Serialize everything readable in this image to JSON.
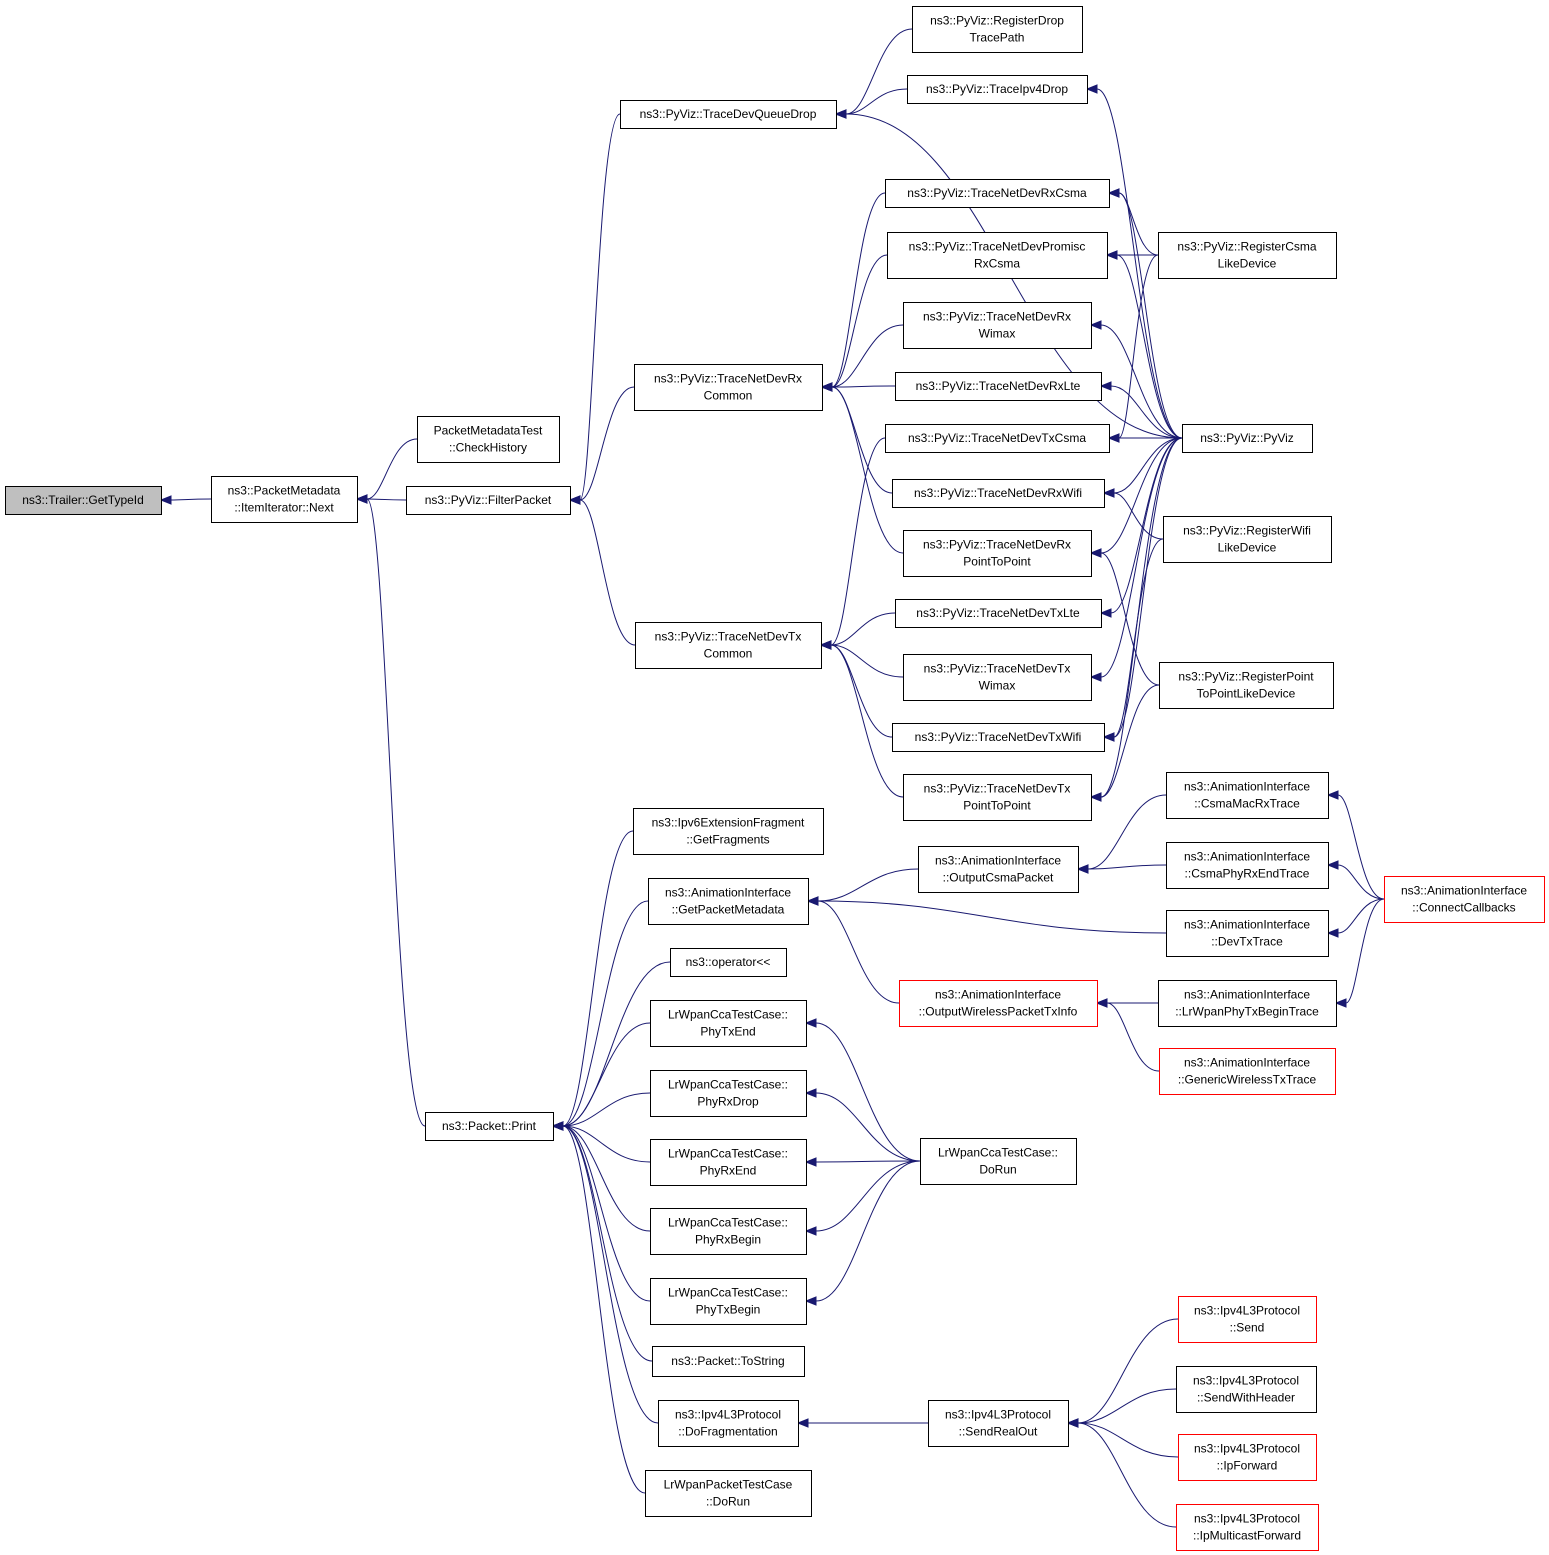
{
  "colors": {
    "edge": "#191970",
    "box_border": "#000000",
    "truncated_border": "#ff0000",
    "root_fill": "#bfbfbf",
    "box_fill": "#ffffff"
  },
  "nodes": [
    {
      "id": "root",
      "lines": [
        "ns3::Trailer::GetTypeId"
      ],
      "root": true
    },
    {
      "id": "next",
      "lines": [
        "ns3::PacketMetadata",
        "::ItemIterator::Next"
      ]
    },
    {
      "id": "checkhistory",
      "lines": [
        "PacketMetadataTest",
        "::CheckHistory"
      ]
    },
    {
      "id": "filterpacket",
      "lines": [
        "ns3::PyViz::FilterPacket"
      ]
    },
    {
      "id": "tracedevqueuedrop",
      "lines": [
        "ns3::PyViz::TraceDevQueueDrop"
      ]
    },
    {
      "id": "registerdrop",
      "lines": [
        "ns3::PyViz::RegisterDrop",
        "TracePath"
      ]
    },
    {
      "id": "traceipv4drop",
      "lines": [
        "ns3::PyViz::TraceIpv4Drop"
      ]
    },
    {
      "id": "rxcsma",
      "lines": [
        "ns3::PyViz::TraceNetDevRxCsma"
      ]
    },
    {
      "id": "promisc",
      "lines": [
        "ns3::PyViz::TraceNetDevPromisc",
        "RxCsma"
      ]
    },
    {
      "id": "rxwimax",
      "lines": [
        "ns3::PyViz::TraceNetDevRx",
        "Wimax"
      ]
    },
    {
      "id": "rxcommon",
      "lines": [
        "ns3::PyViz::TraceNetDevRx",
        "Common"
      ]
    },
    {
      "id": "rxlte",
      "lines": [
        "ns3::PyViz::TraceNetDevRxLte"
      ]
    },
    {
      "id": "txcsma",
      "lines": [
        "ns3::PyViz::TraceNetDevTxCsma"
      ]
    },
    {
      "id": "rxwifi",
      "lines": [
        "ns3::PyViz::TraceNetDevRxWifi"
      ]
    },
    {
      "id": "rxp2p",
      "lines": [
        "ns3::PyViz::TraceNetDevRx",
        "PointToPoint"
      ]
    },
    {
      "id": "txlte",
      "lines": [
        "ns3::PyViz::TraceNetDevTxLte"
      ]
    },
    {
      "id": "txcommon",
      "lines": [
        "ns3::PyViz::TraceNetDevTx",
        "Common"
      ]
    },
    {
      "id": "txwimax",
      "lines": [
        "ns3::PyViz::TraceNetDevTx",
        "Wimax"
      ]
    },
    {
      "id": "txwifi",
      "lines": [
        "ns3::PyViz::TraceNetDevTxWifi"
      ]
    },
    {
      "id": "txp2p",
      "lines": [
        "ns3::PyViz::TraceNetDevTx",
        "PointToPoint"
      ]
    },
    {
      "id": "regcsma",
      "lines": [
        "ns3::PyViz::RegisterCsma",
        "LikeDevice"
      ]
    },
    {
      "id": "pyviz",
      "lines": [
        "ns3::PyViz::PyViz"
      ]
    },
    {
      "id": "regwifi",
      "lines": [
        "ns3::PyViz::RegisterWifi",
        "LikeDevice"
      ]
    },
    {
      "id": "regp2p",
      "lines": [
        "ns3::PyViz::RegisterPoint",
        "ToPointLikeDevice"
      ]
    },
    {
      "id": "print",
      "lines": [
        "ns3::Packet::Print"
      ]
    },
    {
      "id": "getfragments",
      "lines": [
        "ns3::Ipv6ExtensionFragment",
        "::GetFragments"
      ]
    },
    {
      "id": "getpacketmetadata",
      "lines": [
        "ns3::AnimationInterface",
        "::GetPacketMetadata"
      ]
    },
    {
      "id": "operator",
      "lines": [
        "ns3::operator<<"
      ]
    },
    {
      "id": "phytxend",
      "lines": [
        "LrWpanCcaTestCase::",
        "PhyTxEnd"
      ]
    },
    {
      "id": "phyrxdrop",
      "lines": [
        "LrWpanCcaTestCase::",
        "PhyRxDrop"
      ]
    },
    {
      "id": "phyrxend",
      "lines": [
        "LrWpanCcaTestCase::",
        "PhyRxEnd"
      ]
    },
    {
      "id": "phyrxbegin",
      "lines": [
        "LrWpanCcaTestCase::",
        "PhyRxBegin"
      ]
    },
    {
      "id": "phytxbegin",
      "lines": [
        "LrWpanCcaTestCase::",
        "PhyTxBegin"
      ]
    },
    {
      "id": "tostring",
      "lines": [
        "ns3::Packet::ToString"
      ]
    },
    {
      "id": "dofragmentation",
      "lines": [
        "ns3::Ipv4L3Protocol",
        "::DoFragmentation"
      ]
    },
    {
      "id": "lrwpanpacketdorun",
      "lines": [
        "LrWpanPacketTestCase",
        "::DoRun"
      ]
    },
    {
      "id": "outputcsmapacket",
      "lines": [
        "ns3::AnimationInterface",
        "::OutputCsmaPacket"
      ]
    },
    {
      "id": "outputwireless",
      "lines": [
        "ns3::AnimationInterface",
        "::OutputWirelessPacketTxInfo"
      ],
      "truncated": true
    },
    {
      "id": "csmamacrx",
      "lines": [
        "ns3::AnimationInterface",
        "::CsmaMacRxTrace"
      ]
    },
    {
      "id": "csmaphyrxend",
      "lines": [
        "ns3::AnimationInterface",
        "::CsmaPhyRxEndTrace"
      ]
    },
    {
      "id": "devtx",
      "lines": [
        "ns3::AnimationInterface",
        "::DevTxTrace"
      ]
    },
    {
      "id": "connectcallbacks",
      "lines": [
        "ns3::AnimationInterface",
        "::ConnectCallbacks"
      ],
      "truncated": true
    },
    {
      "id": "lrwpanphytxbegin",
      "lines": [
        "ns3::AnimationInterface",
        "::LrWpanPhyTxBeginTrace"
      ]
    },
    {
      "id": "genericwireless",
      "lines": [
        "ns3::AnimationInterface",
        "::GenericWirelessTxTrace"
      ],
      "truncated": true
    },
    {
      "id": "ccadorun",
      "lines": [
        "LrWpanCcaTestCase::",
        "DoRun"
      ]
    },
    {
      "id": "sendrealout",
      "lines": [
        "ns3::Ipv4L3Protocol",
        "::SendRealOut"
      ]
    },
    {
      "id": "send",
      "lines": [
        "ns3::Ipv4L3Protocol",
        "::Send"
      ],
      "truncated": true
    },
    {
      "id": "sendwithheader",
      "lines": [
        "ns3::Ipv4L3Protocol",
        "::SendWithHeader"
      ]
    },
    {
      "id": "ipforward",
      "lines": [
        "ns3::Ipv4L3Protocol",
        "::IpForward"
      ],
      "truncated": true
    },
    {
      "id": "ipmulticast",
      "lines": [
        "ns3::Ipv4L3Protocol",
        "::IpMulticastForward"
      ],
      "truncated": true
    }
  ],
  "edges": [
    [
      "next",
      "root"
    ],
    [
      "checkhistory",
      "next"
    ],
    [
      "filterpacket",
      "next"
    ],
    [
      "print",
      "next"
    ],
    [
      "tracedevqueuedrop",
      "filterpacket"
    ],
    [
      "rxcommon",
      "filterpacket"
    ],
    [
      "txcommon",
      "filterpacket"
    ],
    [
      "registerdrop",
      "tracedevqueuedrop"
    ],
    [
      "traceipv4drop",
      "tracedevqueuedrop"
    ],
    [
      "pyviz",
      "tracedevqueuedrop"
    ],
    [
      "pyviz",
      "traceipv4drop"
    ],
    [
      "rxcsma",
      "rxcommon"
    ],
    [
      "promisc",
      "rxcommon"
    ],
    [
      "rxwimax",
      "rxcommon"
    ],
    [
      "rxlte",
      "rxcommon"
    ],
    [
      "rxwifi",
      "rxcommon"
    ],
    [
      "rxp2p",
      "rxcommon"
    ],
    [
      "regcsma",
      "rxcsma"
    ],
    [
      "pyviz",
      "rxcsma"
    ],
    [
      "regcsma",
      "promisc"
    ],
    [
      "pyviz",
      "promisc"
    ],
    [
      "pyviz",
      "rxwimax"
    ],
    [
      "pyviz",
      "rxlte"
    ],
    [
      "regcsma",
      "txcsma"
    ],
    [
      "pyviz",
      "txcsma"
    ],
    [
      "pyviz",
      "rxwifi"
    ],
    [
      "regwifi",
      "rxwifi"
    ],
    [
      "pyviz",
      "rxp2p"
    ],
    [
      "regp2p",
      "rxp2p"
    ],
    [
      "txcsma",
      "txcommon"
    ],
    [
      "txlte",
      "txcommon"
    ],
    [
      "txwimax",
      "txcommon"
    ],
    [
      "txwifi",
      "txcommon"
    ],
    [
      "txp2p",
      "txcommon"
    ],
    [
      "pyviz",
      "txlte"
    ],
    [
      "pyviz",
      "txwimax"
    ],
    [
      "pyviz",
      "txwifi"
    ],
    [
      "regwifi",
      "txwifi"
    ],
    [
      "pyviz",
      "txp2p"
    ],
    [
      "regp2p",
      "txp2p"
    ],
    [
      "getfragments",
      "print"
    ],
    [
      "getpacketmetadata",
      "print"
    ],
    [
      "operator",
      "print"
    ],
    [
      "phytxend",
      "print"
    ],
    [
      "phyrxdrop",
      "print"
    ],
    [
      "phyrxend",
      "print"
    ],
    [
      "phyrxbegin",
      "print"
    ],
    [
      "phytxbegin",
      "print"
    ],
    [
      "tostring",
      "print"
    ],
    [
      "dofragmentation",
      "print"
    ],
    [
      "lrwpanpacketdorun",
      "print"
    ],
    [
      "outputcsmapacket",
      "getpacketmetadata"
    ],
    [
      "devtx",
      "getpacketmetadata"
    ],
    [
      "outputwireless",
      "getpacketmetadata"
    ],
    [
      "csmamacrx",
      "outputcsmapacket"
    ],
    [
      "csmaphyrxend",
      "outputcsmapacket"
    ],
    [
      "connectcallbacks",
      "csmamacrx"
    ],
    [
      "connectcallbacks",
      "csmaphyrxend"
    ],
    [
      "connectcallbacks",
      "devtx"
    ],
    [
      "connectcallbacks",
      "lrwpanphytxbegin"
    ],
    [
      "lrwpanphytxbegin",
      "outputwireless"
    ],
    [
      "genericwireless",
      "outputwireless"
    ],
    [
      "ccadorun",
      "phytxend"
    ],
    [
      "ccadorun",
      "phyrxdrop"
    ],
    [
      "ccadorun",
      "phyrxend"
    ],
    [
      "ccadorun",
      "phyrxbegin"
    ],
    [
      "ccadorun",
      "phytxbegin"
    ],
    [
      "sendrealout",
      "dofragmentation"
    ],
    [
      "send",
      "sendrealout"
    ],
    [
      "sendwithheader",
      "sendrealout"
    ],
    [
      "ipforward",
      "sendrealout"
    ],
    [
      "ipmulticast",
      "sendrealout"
    ]
  ]
}
